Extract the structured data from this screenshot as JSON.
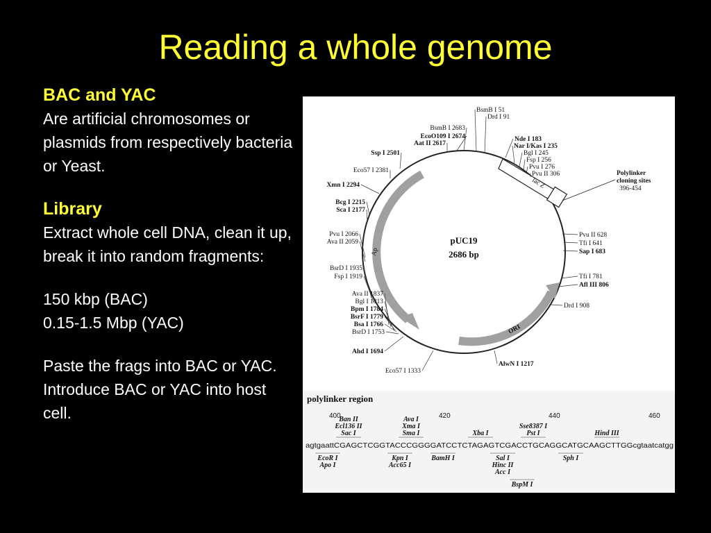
{
  "slide": {
    "title": "Reading a whole genome"
  },
  "left": {
    "heading_bac": "BAC and YAC",
    "text_bac": "Are artificial chromosomes or plasmids from respectively bacteria or Yeast.",
    "heading_library": "Library",
    "text_library": "Extract whole cell DNA, clean it up, break it into random fragments:",
    "size_bac": "150 kbp (BAC)",
    "size_yac": "0.15-1.5 Mbp (YAC)",
    "paste": "Paste the frags into BAC or YAC.",
    "introduce": "Introduce BAC or YAC into host cell."
  },
  "plasmid": {
    "name": "pUC19",
    "size": "2686 bp",
    "gene_ap": "Ap",
    "gene_ori": "ORI",
    "gene_lacz": "lac Z",
    "polylinker_label": [
      "Polylinker",
      "cloning sites",
      "396-454"
    ],
    "sites": [
      {
        "name": "BsmB I 51",
        "bold": false
      },
      {
        "name": "Drd I 91",
        "bold": false
      },
      {
        "name": "Nde I 183",
        "bold": true
      },
      {
        "name": "Nar I/Kas I 235",
        "bold": true
      },
      {
        "name": "Bgl I 245",
        "bold": false
      },
      {
        "name": "Fsp I 256",
        "bold": false
      },
      {
        "name": "Pvu I 276",
        "bold": false
      },
      {
        "name": "Pvu II 306",
        "bold": false
      },
      {
        "name": "Pvu II 628",
        "bold": false
      },
      {
        "name": "Tfi I 641",
        "bold": false
      },
      {
        "name": "Sap I 683",
        "bold": true
      },
      {
        "name": "Tfi I 781",
        "bold": false
      },
      {
        "name": "Afl III 806",
        "bold": true
      },
      {
        "name": "Drd I 908",
        "bold": false
      },
      {
        "name": "AlwN I 1217",
        "bold": true
      },
      {
        "name": "Eco57 I 1333",
        "bold": false
      },
      {
        "name": "Ahd I 1694",
        "bold": true
      },
      {
        "name": "BsrD I 1753",
        "bold": false
      },
      {
        "name": "Bsa I 1766",
        "bold": true
      },
      {
        "name": "BsrF I 1779",
        "bold": true
      },
      {
        "name": "Bpm I 1784",
        "bold": true
      },
      {
        "name": "Bgl I 1813",
        "bold": false
      },
      {
        "name": "Ava II 1837",
        "bold": false
      },
      {
        "name": "Fsp I 1919",
        "bold": false
      },
      {
        "name": "BsrD I 1935",
        "bold": false
      },
      {
        "name": "Ava II 2059",
        "bold": false
      },
      {
        "name": "Pvu I 2066",
        "bold": false
      },
      {
        "name": "Sca I 2177",
        "bold": true
      },
      {
        "name": "Bcg I 2215",
        "bold": true
      },
      {
        "name": "Xmn I 2294",
        "bold": true
      },
      {
        "name": "Eco57 I 2381",
        "bold": false
      },
      {
        "name": "Ssp I 2501",
        "bold": true
      },
      {
        "name": "Aat II 2617",
        "bold": true
      },
      {
        "name": "EcoO109 I 2674",
        "bold": true
      },
      {
        "name": "BsmB I 2683",
        "bold": false
      }
    ]
  },
  "polylinker": {
    "title": "polylinker region",
    "numbers": [
      "400",
      "420",
      "440",
      "460"
    ],
    "sequence": "agtgaattCGAGCTCGGTACCCGGGGATCCTCTAGAGTCGACCTGCAGGCATGCAAGCTTGGcgtaatcatgg",
    "top_groups": [
      [
        "Ban II",
        "Ecl136 II",
        "Sac I"
      ],
      [
        "Ava I",
        "Xma I",
        "Sma I"
      ],
      [
        "Xba I"
      ],
      [
        "Sse8387 I",
        "Pst I"
      ],
      [
        "Hind III"
      ]
    ],
    "bottom_groups": [
      [
        "EcoR I",
        "Apo I"
      ],
      [
        "Kpn I",
        "Acc65 I"
      ],
      [
        "BamH I"
      ],
      [
        "Sal I",
        "Hinc II",
        "Acc I"
      ],
      [
        "Sph I"
      ],
      [
        "BspM I"
      ]
    ]
  }
}
